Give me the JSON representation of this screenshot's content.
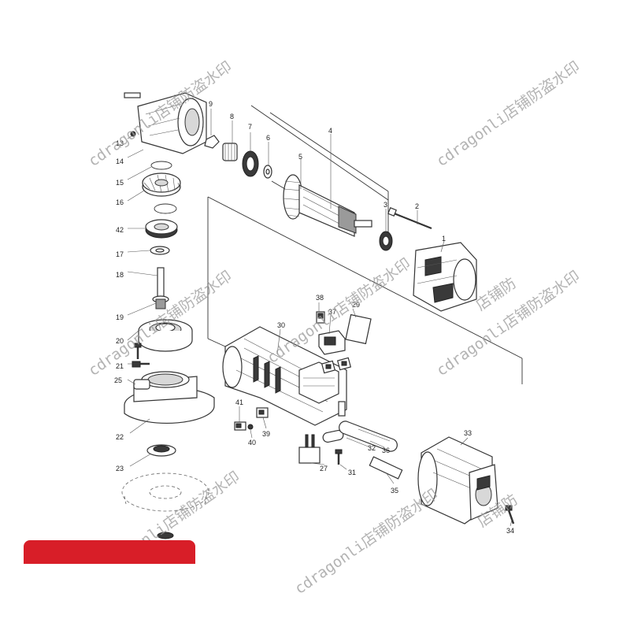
{
  "watermark": {
    "text": "cdragonli店铺防盗水印",
    "left_fragment": "onli店铺防盗水印",
    "right_fragment": "店铺防"
  },
  "callouts": [
    {
      "id": "c1",
      "label": "1"
    },
    {
      "id": "c2",
      "label": "2"
    },
    {
      "id": "c3",
      "label": "3"
    },
    {
      "id": "c4",
      "label": "4"
    },
    {
      "id": "c5",
      "label": "5"
    },
    {
      "id": "c6",
      "label": "6"
    },
    {
      "id": "c7",
      "label": "7"
    },
    {
      "id": "c8",
      "label": "8"
    },
    {
      "id": "c9",
      "label": "9"
    },
    {
      "id": "c13",
      "label": "13"
    },
    {
      "id": "c14",
      "label": "14"
    },
    {
      "id": "c15",
      "label": "15"
    },
    {
      "id": "c16",
      "label": "16"
    },
    {
      "id": "c42",
      "label": "42"
    },
    {
      "id": "c17",
      "label": "17"
    },
    {
      "id": "c18",
      "label": "18"
    },
    {
      "id": "c19",
      "label": "19"
    },
    {
      "id": "c20",
      "label": "20"
    },
    {
      "id": "c21",
      "label": "21"
    },
    {
      "id": "c25",
      "label": "25"
    },
    {
      "id": "c22",
      "label": "22"
    },
    {
      "id": "c23",
      "label": "23"
    },
    {
      "id": "c38",
      "label": "38"
    },
    {
      "id": "c29",
      "label": "29"
    },
    {
      "id": "c37",
      "label": "37"
    },
    {
      "id": "c30",
      "label": "30"
    },
    {
      "id": "c41",
      "label": "41"
    },
    {
      "id": "c39",
      "label": "39"
    },
    {
      "id": "c40",
      "label": "40"
    },
    {
      "id": "c32",
      "label": "32"
    },
    {
      "id": "c36",
      "label": "36"
    },
    {
      "id": "c31",
      "label": "31"
    },
    {
      "id": "c27",
      "label": "27"
    },
    {
      "id": "c35",
      "label": "35"
    },
    {
      "id": "c33",
      "label": "33"
    },
    {
      "id": "c34",
      "label": "34"
    }
  ],
  "colors": {
    "line": "#333333",
    "watermark": "#9a9a9a",
    "banner": "#d81e28"
  }
}
